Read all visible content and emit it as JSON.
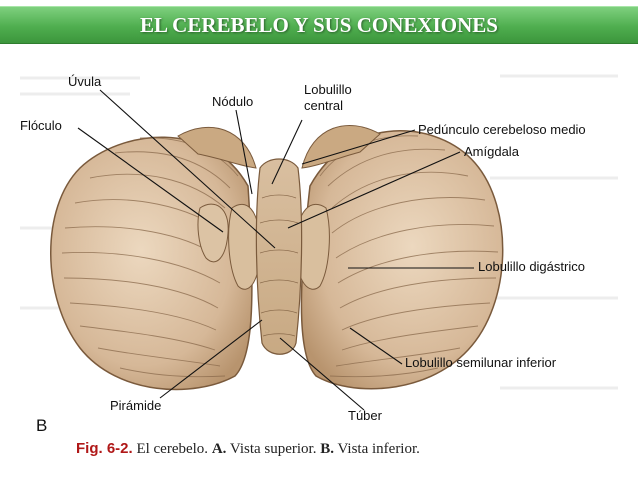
{
  "slide": {
    "title": "EL CEREBELO Y SUS CONEXIONES"
  },
  "figure": {
    "panel_letter": "B",
    "labels": {
      "uvula": "Úvula",
      "nodulo": "Nódulo",
      "lobulillo_central": "Lobulillo\ncentral",
      "floculo": "Flóculo",
      "pedunculo": "Pedúnculo cerebeloso medio",
      "amigdala": "Amígdala",
      "digastrico": "Lobulillo digástrico",
      "semilunar": "Lobulillo semilunar inferior",
      "piramide": "Pirámide",
      "tuber": "Túber"
    },
    "caption": {
      "fig_number": "Fig. 6-2.",
      "text_1": "El cerebelo.",
      "part_a": "A.",
      "text_2": "Vista superior.",
      "part_b": "B.",
      "text_3": "Vista inferior."
    },
    "colors": {
      "tissue": "#d8bc9c",
      "tissue_dark": "#8a6a4c",
      "title_green": "#4fae4f"
    }
  }
}
